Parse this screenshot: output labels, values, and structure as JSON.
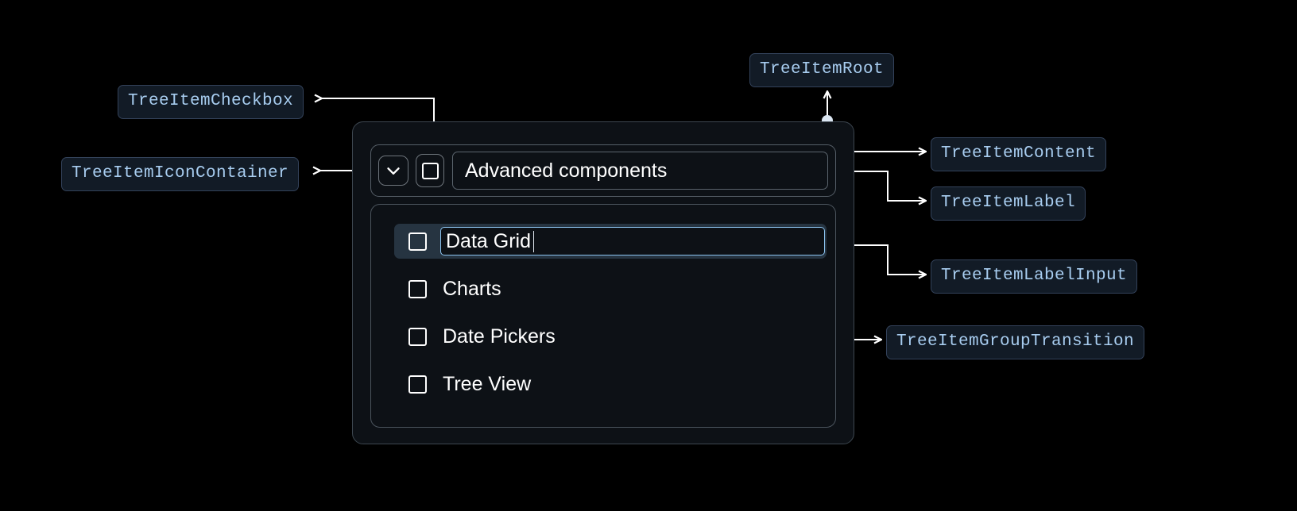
{
  "theme": {
    "background": "#000000",
    "chip_bg": "#121b26",
    "chip_border": "#33425a",
    "chip_text": "#a8cdf0",
    "panel_bg": "#0d1116",
    "panel_border": "#3d4750",
    "selected_row_bg": "#263441",
    "focus_border": "#8cc4f0",
    "label_text": "#ffffff",
    "connector": "#ffffff",
    "connector_dot": "#dbe6f2"
  },
  "annotations": [
    {
      "id": "tree-item-root",
      "label": "TreeItemRoot"
    },
    {
      "id": "tree-item-checkbox",
      "label": "TreeItemCheckbox"
    },
    {
      "id": "tree-item-icon-container",
      "label": "TreeItemIconContainer"
    },
    {
      "id": "tree-item-content",
      "label": "TreeItemContent"
    },
    {
      "id": "tree-item-label",
      "label": "TreeItemLabel"
    },
    {
      "id": "tree-item-label-input",
      "label": "TreeItemLabelInput"
    },
    {
      "id": "tree-item-group-transition",
      "label": "TreeItemGroupTransition"
    }
  ],
  "tree": {
    "root_item": {
      "expand_icon": "chevron-down-icon",
      "checkbox_icon": "checkbox-unchecked-icon",
      "checkbox_checked": false,
      "label": "Advanced components"
    },
    "children": [
      {
        "label": "Data Grid",
        "checkbox_checked": false,
        "editing": true,
        "input_value": "Data Grid",
        "selected": true
      },
      {
        "label": "Charts",
        "checkbox_checked": false,
        "editing": false,
        "selected": false
      },
      {
        "label": "Date Pickers",
        "checkbox_checked": false,
        "editing": false,
        "selected": false
      },
      {
        "label": "Tree View",
        "checkbox_checked": false,
        "editing": false,
        "selected": false
      }
    ]
  }
}
